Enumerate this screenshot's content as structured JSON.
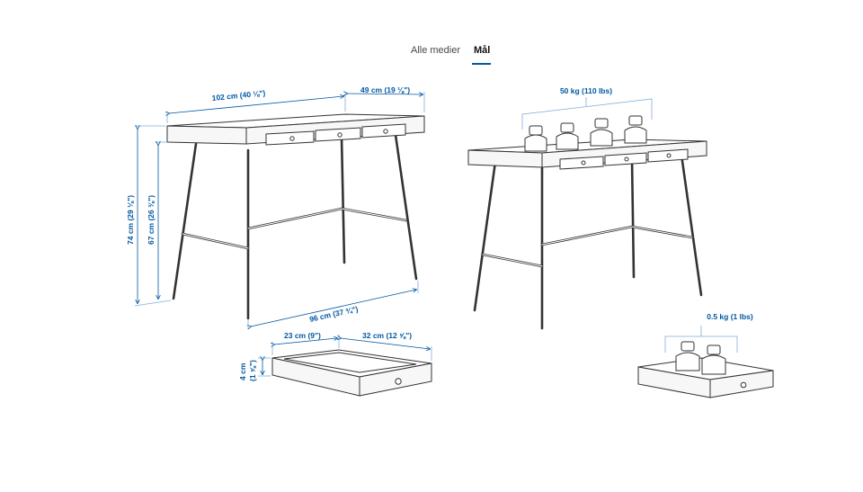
{
  "tabs": [
    {
      "label": "Alle medier",
      "active": false
    },
    {
      "label": "Mål",
      "active": true
    }
  ],
  "dimensions": {
    "width": "102 cm (40 ⅛\")",
    "depth": "49 cm (19 ⅛\")",
    "height_total": "74 cm (29 ⅛\")",
    "height_under": "67 cm (26 ⅜\")",
    "width_between_legs": "96 cm (37 ¾\")",
    "drawer_width": "23 cm (9\")",
    "drawer_depth": "32 cm (12 ⅝\")",
    "drawer_height_cm": "4 cm",
    "drawer_height_in": "(1 ⅝\")"
  },
  "loads": {
    "tabletop": "50 kg (110 lbs)",
    "drawer": "0.5 kg (1 lbs)"
  },
  "colors": {
    "accent": "#0058a3",
    "line": "#333333"
  }
}
